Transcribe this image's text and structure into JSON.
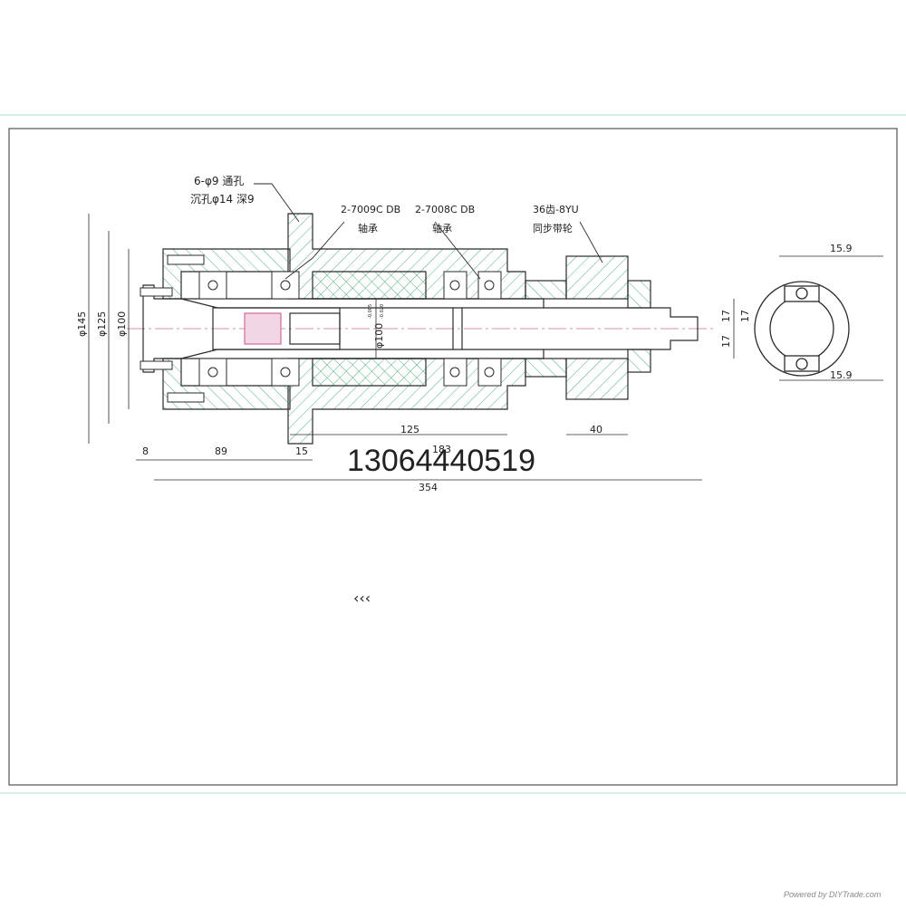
{
  "drawing": {
    "hole_note_line1": "6-φ9 通孔",
    "hole_note_line2": "沉孔φ14 深9",
    "bearing1_line1": "2-7009C DB",
    "bearing1_line2": "轴承",
    "bearing2_line1": "2-7008C DB",
    "bearing2_line2": "轴承",
    "pulley_line1": "36齿-8YU",
    "pulley_line2": "同步带轮",
    "dia_145": "φ145",
    "dia_125": "φ125",
    "dia_100": "φ100",
    "dia_100_bore": "φ100",
    "tol_upper": "-0.005",
    "tol_lower": "-0.020",
    "dim_125": "125",
    "dim_40": "40",
    "dim_8": "8",
    "dim_89": "89",
    "dim_15": "15",
    "dim_183": "183",
    "dim_354": "354",
    "dim_15_9_top": "15.9",
    "dim_15_9_bottom": "15.9",
    "dim_17_left": "17",
    "dim_17_right": "17",
    "dim_17_lower": "17"
  },
  "overlay": {
    "phone": "13064440519",
    "chevrons": "‹‹‹",
    "watermark": "Powered by DIYTrade.com"
  },
  "colors": {
    "line": "#2b2b2b",
    "hatch": "#4caf7a",
    "frame": "#a8dcd0",
    "accent_pink": "#d06a9a",
    "dim_red": "#b02020"
  }
}
